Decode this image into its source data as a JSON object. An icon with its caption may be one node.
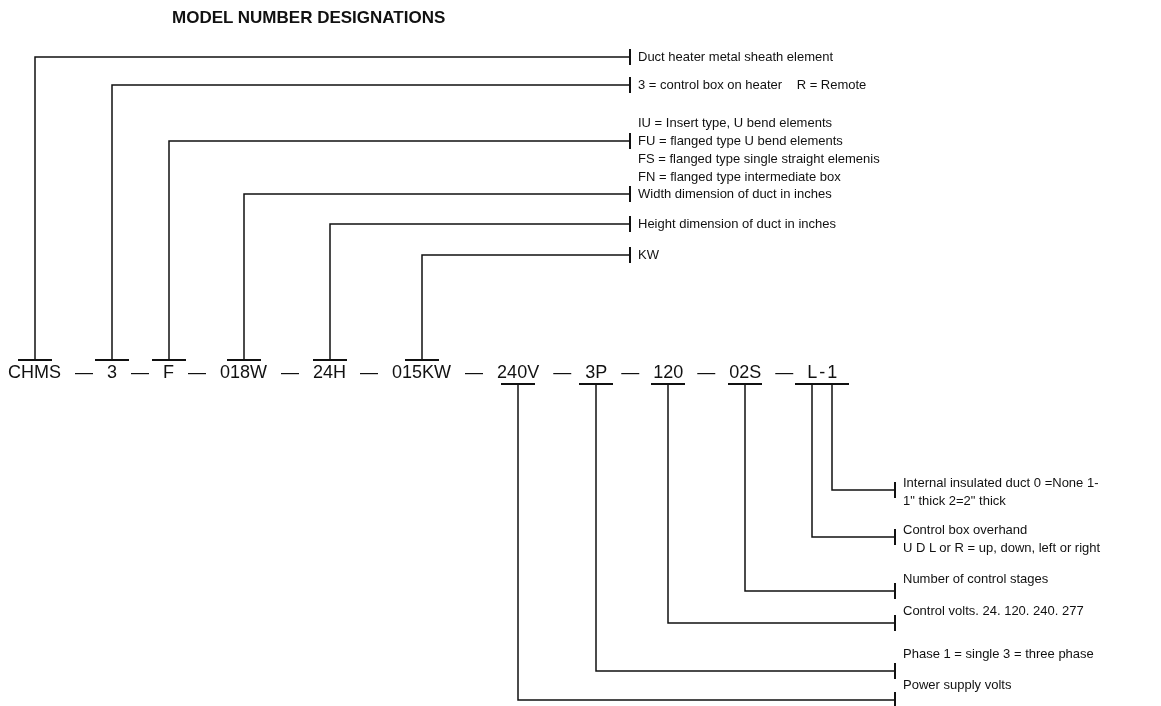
{
  "diagram": {
    "title": "MODEL NUMBER DESIGNATIONS",
    "nodes": [
      {
        "text": [
          "CHMS"
        ]
      },
      {
        "text": [
          "3"
        ]
      },
      {
        "text": [
          "F"
        ]
      },
      {
        "text": [
          "018W"
        ]
      },
      {
        "text": [
          "24H"
        ]
      },
      {
        "text": [
          "015KW"
        ]
      },
      {
        "text": [
          "240V"
        ]
      },
      {
        "text": [
          "3P"
        ]
      },
      {
        "text": [
          "120"
        ]
      },
      {
        "text": [
          "02S"
        ]
      },
      {
        "text": [
          "L"
        ]
      },
      {
        "text": [
          "1"
        ]
      },
      {
        "text": [
          "Duct heater metal sheath element"
        ]
      },
      {
        "text": [
          "3 = control box on heater    R = Remote"
        ]
      },
      {
        "text": [
          "IU = Insert type, U bend elements",
          "FU = flanged type U bend elements",
          "FS = flanged type single straight elemenis",
          "FN = flanged type intermediate box"
        ]
      },
      {
        "text": [
          "Width dimension of duct in inches"
        ]
      },
      {
        "text": [
          "Height dimension of duct in inches"
        ]
      },
      {
        "text": [
          "KW"
        ]
      },
      {
        "text": [
          "Internal insulated duct 0 =None 1-1\" thick 2=2\" thick"
        ]
      },
      {
        "text": [
          "Control box overhand",
          "U D L or R = up, down, left or right"
        ]
      },
      {
        "text": [
          "Number of control stages"
        ]
      },
      {
        "text": [
          "Control volts. 24. 120. 240. 277"
        ]
      },
      {
        "text": [
          "Phase 1 = single 3 = three phase"
        ]
      },
      {
        "text": [
          "Power supply volts"
        ]
      }
    ],
    "edges": [
      {
        "from": 12,
        "to": 0,
        "arrow": "other"
      },
      {
        "from": 13,
        "to": 1,
        "arrow": "other"
      },
      {
        "from": 14,
        "to": 2,
        "arrow": "other"
      },
      {
        "from": 15,
        "to": 3,
        "arrow": "other"
      },
      {
        "from": 16,
        "to": 4,
        "arrow": "other"
      },
      {
        "from": 17,
        "to": 5,
        "arrow": "other"
      },
      {
        "from": 18,
        "to": 11,
        "arrow": "other"
      },
      {
        "from": 19,
        "to": 10,
        "arrow": "other"
      },
      {
        "from": 20,
        "to": 9,
        "arrow": "other"
      },
      {
        "from": 21,
        "to": 8,
        "arrow": "other"
      },
      {
        "from": 22,
        "to": 7,
        "arrow": "other"
      },
      {
        "from": 23,
        "to": 6,
        "arrow": "other"
      }
    ],
    "labels": [
      "—",
      "—",
      "—",
      "—",
      "—",
      "—",
      "—",
      "—",
      "—",
      "—",
      "-"
    ]
  }
}
